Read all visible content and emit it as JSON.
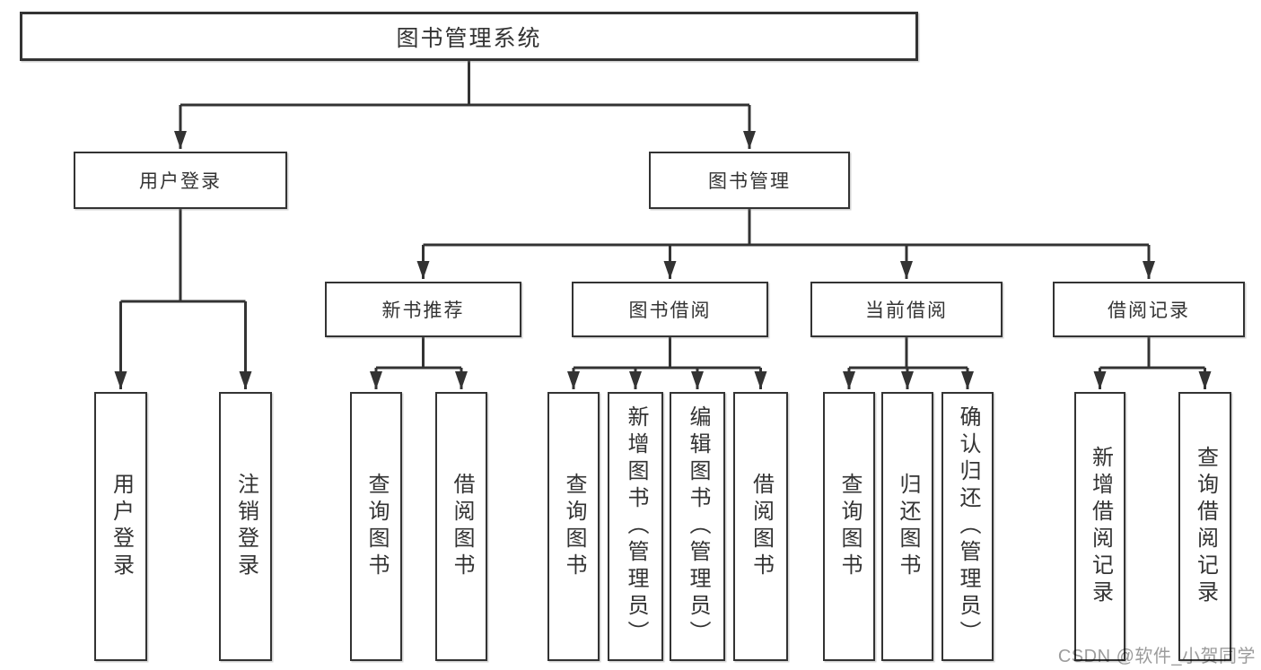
{
  "tree": {
    "root": {
      "label": "图书管理系统"
    },
    "children": [
      {
        "label": "用户登录",
        "children": [
          {
            "label": "用户登录"
          },
          {
            "label": "注销登录"
          }
        ]
      },
      {
        "label": "图书管理",
        "children": [
          {
            "label": "新书推荐",
            "children": [
              {
                "label": "查询图书"
              },
              {
                "label": "借阅图书"
              }
            ]
          },
          {
            "label": "图书借阅",
            "children": [
              {
                "label": "查询图书"
              },
              {
                "label": "新增图书（管理员）"
              },
              {
                "label": "编辑图书（管理员）"
              },
              {
                "label": "借阅图书"
              }
            ]
          },
          {
            "label": "当前借阅",
            "children": [
              {
                "label": "查询图书"
              },
              {
                "label": "归还图书"
              },
              {
                "label": "确认归还（管理员）"
              }
            ]
          },
          {
            "label": "借阅记录",
            "children": [
              {
                "label": "新增借阅记录"
              },
              {
                "label": "查询借阅记录"
              }
            ]
          }
        ]
      }
    ]
  },
  "watermark": {
    "text": "CSDN @软件_小贺同学"
  },
  "colors": {
    "line": "#333333",
    "text": "#333333",
    "box_background": "#ffffff",
    "watermark": "#9c9c9c",
    "background": "#ffffff"
  }
}
